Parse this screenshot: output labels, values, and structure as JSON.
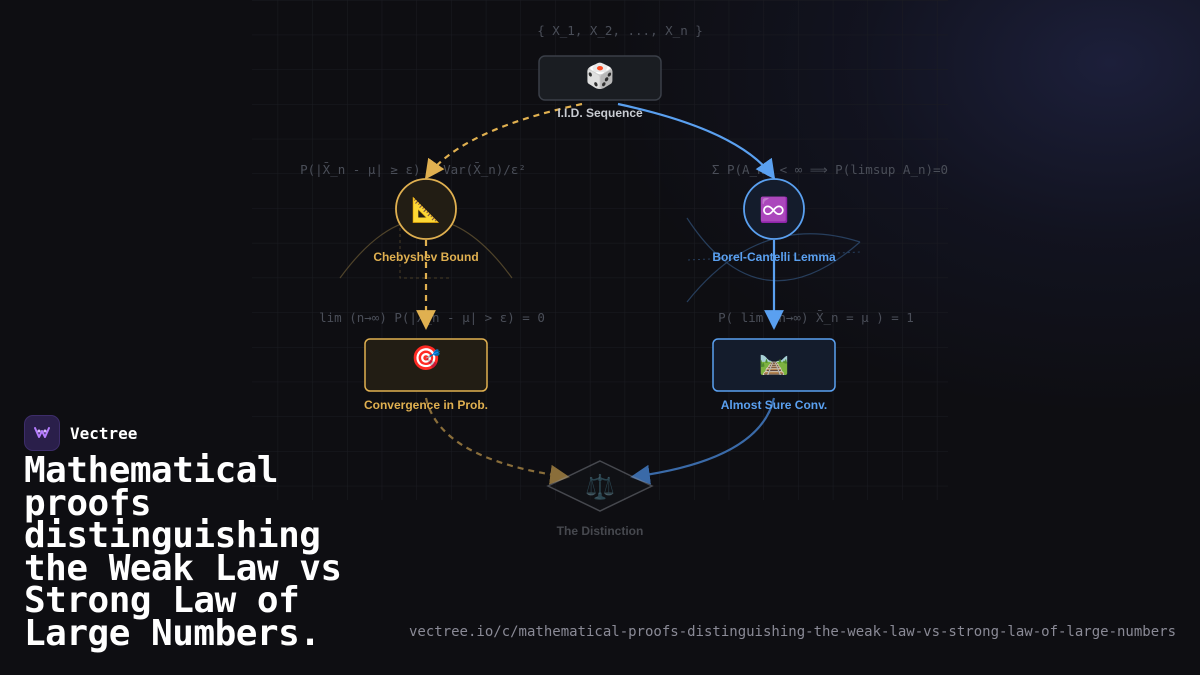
{
  "colors": {
    "weak": "#e0b050",
    "strong": "#5aa0f0",
    "neutral": "#8a8f98",
    "formula": "#4a4e58",
    "background": "#0e0e12"
  },
  "nodes": {
    "iid": {
      "emoji": "🎲",
      "label": "I.I.D. Sequence",
      "formula": "{ X_1, X_2, ..., X_n }"
    },
    "chebyshev": {
      "emoji": "📐",
      "label": "Chebyshev Bound",
      "formula": "P(|X̄_n - μ| ≥ ε) ≤ Var(X̄_n)/ε²"
    },
    "borel": {
      "emoji": "♾️",
      "label": "Borel-Cantelli Lemma",
      "formula": "Σ P(A_n) < ∞ ⟹ P(limsup A_n)=0"
    },
    "convprob": {
      "emoji": "🎯",
      "label": "Convergence in Prob.",
      "formula": "lim (n→∞) P(|X̄_n - μ| > ε) = 0"
    },
    "almostsure": {
      "emoji": "🛤️",
      "label": "Almost Sure Conv.",
      "formula": "P( lim (n→∞) X̄_n = μ ) = 1"
    },
    "distinction": {
      "emoji": "⚖️",
      "label": "The Distinction"
    }
  },
  "brand": {
    "name": "Vectree",
    "logo_icon": "vectree-logo-icon"
  },
  "headline": "Mathematical proofs distinguishing the Weak Law vs Strong Law of Large Numbers.",
  "url": "vectree.io/c/mathematical-proofs-distinguishing-the-weak-law-vs-strong-law-of-large-numbers"
}
